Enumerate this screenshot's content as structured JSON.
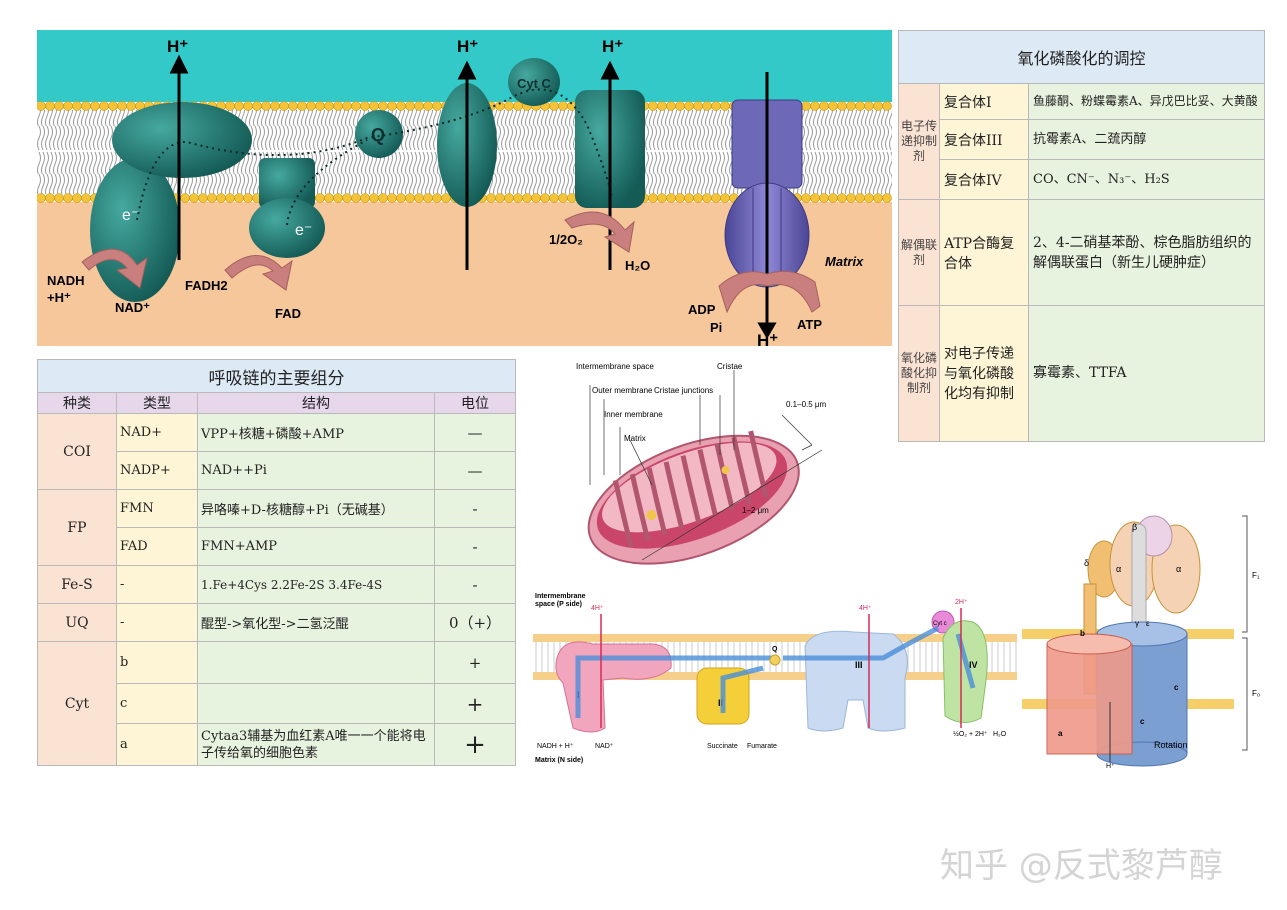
{
  "top_diagram": {
    "labels": {
      "h_plus": "H⁺",
      "cyt_c": "Cyt C",
      "q": "Q",
      "e_minus": "e⁻",
      "nadh": "NADH",
      "nadh_h": "+H⁺",
      "nad_plus": "NAD⁺",
      "fadh2": "FADH2",
      "fad": "FAD",
      "half_o2": "1/2O₂",
      "h2o": "H₂O",
      "matrix": "Matrix",
      "adp": "ADP",
      "pi": "Pi",
      "atp": "ATP"
    },
    "colors": {
      "intermembrane": "#33c9c9",
      "matrix": "#f6c79a",
      "lipid_head": "#f3c33a",
      "complex": "#1f7f78",
      "atp_synthase": "#6e68b8"
    }
  },
  "main_table": {
    "title": "呼吸链的主要组分",
    "headers": [
      "种类",
      "类型",
      "结构",
      "电位"
    ],
    "groups": [
      {
        "kind": "COI",
        "rows": [
          {
            "type": "NAD+",
            "structure": "VPP+核糖+磷酸+AMP",
            "potential": "—"
          },
          {
            "type": "NADP+",
            "structure": "NAD++Pi",
            "potential": "—"
          }
        ]
      },
      {
        "kind": "FP",
        "rows": [
          {
            "type": "FMN",
            "structure": "异咯嗪+D-核糖醇+Pi（无碱基）",
            "potential": "-"
          },
          {
            "type": "FAD",
            "structure": "FMN+AMP",
            "potential": "-"
          }
        ]
      },
      {
        "kind": "Fe-S",
        "rows": [
          {
            "type": "-",
            "structure": "1.Fe+4Cys 2.2Fe-2S 3.4Fe-4S",
            "potential": "-"
          }
        ]
      },
      {
        "kind": "UQ",
        "rows": [
          {
            "type": "-",
            "structure": "醌型->氧化型->二氢泛醌",
            "potential": "0（+）"
          }
        ]
      },
      {
        "kind": "Cyt",
        "rows": [
          {
            "type": "b",
            "structure": "",
            "potential": "+"
          },
          {
            "type": "c",
            "structure": "",
            "potential": "+"
          },
          {
            "type": "a",
            "structure": "Cytaa3辅基为血红素A唯一一个能将电子传给氧的细胞色素",
            "potential": "+"
          }
        ]
      }
    ]
  },
  "reg_table": {
    "title": "氧化磷酸化的调控",
    "sections": [
      {
        "category": "电子传递抑制剂",
        "rows": [
          {
            "target": "复合体I",
            "agents": "鱼藤酮、粉蝶霉素A、异戊巴比妥、大黄酸"
          },
          {
            "target": "复合体III",
            "agents": "抗霉素A、二巯丙醇"
          },
          {
            "target": "复合体IV",
            "agents": "CO、CN⁻、N₃⁻、H₂S"
          }
        ]
      },
      {
        "category": "解偶联剂",
        "rows": [
          {
            "target": "ATP合酶复合体",
            "agents": "2、4-二硝基苯酚、棕色脂肪组织的解偶联蛋白（新生儿硬肿症）"
          }
        ]
      },
      {
        "category": "氧化磷酸化抑制剂",
        "rows": [
          {
            "target": "对电子传递与氧化磷酸化均有抑制",
            "agents": "寡霉素、TTFA"
          }
        ]
      }
    ]
  },
  "mito_diagram": {
    "labels": [
      "Intermembrane space",
      "Outer membrane",
      "Inner membrane",
      "Matrix",
      "Cristae junctions",
      "Cristae"
    ],
    "width_label": "0.1–0.5 μm",
    "length_label": "1–2 μm"
  },
  "etc_diagram": {
    "top_label": "Intermembrane space (P side)",
    "bottom_label": "Matrix (N side)",
    "h_labels": [
      "4H⁺",
      "4H⁺",
      "2H⁺"
    ],
    "complexes": [
      "I",
      "II",
      "Q",
      "III",
      "Cyt c",
      "IV"
    ],
    "substrates": {
      "nadh": "NADH + H⁺",
      "nad": "NAD⁺",
      "succinate": "Succinate",
      "fumarate": "Fumarate",
      "o2": "½O₂ + 2H⁺",
      "h2o": "H₂O"
    }
  },
  "atp_synthase": {
    "subunits": [
      "δ",
      "α",
      "β",
      "α",
      "γ",
      "ε",
      "b",
      "a",
      "c",
      "c"
    ],
    "domain_labels": [
      "F₁",
      "F₀"
    ],
    "rotation_label": "Rotation",
    "h_label": "H⁺"
  },
  "watermark": "知乎 @反式黎芦醇"
}
